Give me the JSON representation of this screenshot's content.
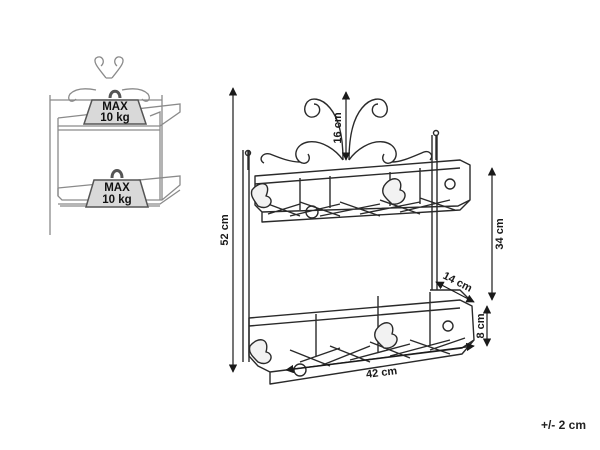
{
  "load_labels": {
    "top": {
      "line1": "MAX",
      "line2": "10 kg"
    },
    "bottom": {
      "line1": "MAX",
      "line2": "10 kg"
    }
  },
  "dimensions": {
    "total_height": "52 cm",
    "crown_height": "16 cm",
    "shelf_spacing": "34 cm",
    "depth": "14 cm",
    "rim_height": "8 cm",
    "width": "42 cm"
  },
  "tolerance": "+/- 2 cm",
  "colors": {
    "line": "#2a2a2a",
    "light_line": "#8a8a8a",
    "weight": "#555555"
  }
}
